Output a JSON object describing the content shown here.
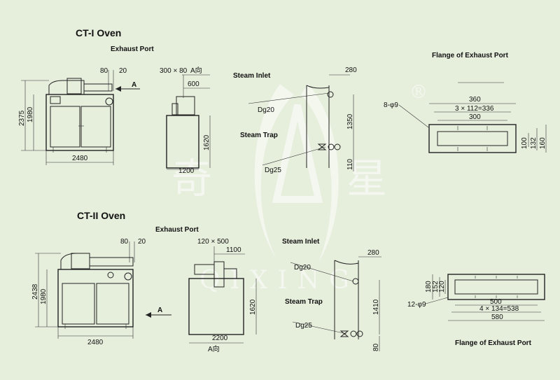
{
  "ct1": {
    "title": "CT-I Oven",
    "exhaust_port": "Exhaust Port",
    "dim_80": "80",
    "dim_20": "20",
    "arrow_a": "A",
    "dim_2375": "2375",
    "dim_1980": "1980",
    "dim_2480": "2480",
    "side_300x80": "300 × 80",
    "side_a_view": "A向",
    "side_600": "600",
    "side_1620": "1620",
    "side_1200": "1200",
    "steam_inlet": "Steam Inlet",
    "dg20": "Dg20",
    "steam_trap": "Steam Trap",
    "dg25": "Dg25",
    "pipe_280": "280",
    "pipe_1350": "1350",
    "pipe_110": "110",
    "flange_title": "Flange of Exhaust Port",
    "fl_360": "360",
    "fl_3x112": "3 × 112=336",
    "fl_300": "300",
    "fl_8phi9": "8-φ9",
    "fl_100": "100",
    "fl_132": "132",
    "fl_160": "160"
  },
  "ct2": {
    "title": "CT-II Oven",
    "exhaust_port": "Exhaust Port",
    "dim_80": "80",
    "dim_20": "20",
    "arrow_a": "A",
    "dim_2438": "2438",
    "dim_1980": "1980",
    "dim_2480": "2480",
    "side_120x500": "120 × 500",
    "side_1100": "1100",
    "side_1620": "1620",
    "side_2200": "2200",
    "side_a_view": "A向",
    "steam_inlet": "Steam Inlet",
    "dg20": "Dg20",
    "steam_trap": "Steam Trap",
    "dg25": "Dg25",
    "pipe_280": "280",
    "pipe_1410": "1410",
    "pipe_80": "80",
    "flange_title": "Flange of Exhaust Port",
    "fl_180": "180",
    "fl_152": "152",
    "fl_120": "120",
    "fl_12phi9": "12-φ9",
    "fl_500": "500",
    "fl_4x134": "4 × 134=538",
    "fl_580": "580"
  },
  "watermark": {
    "registered": "®",
    "char_left": "奇",
    "char_right": "星",
    "brand": "QIXING"
  },
  "colors": {
    "background": "#e6eedc",
    "line": "#222222",
    "watermark": "#ffffff"
  }
}
